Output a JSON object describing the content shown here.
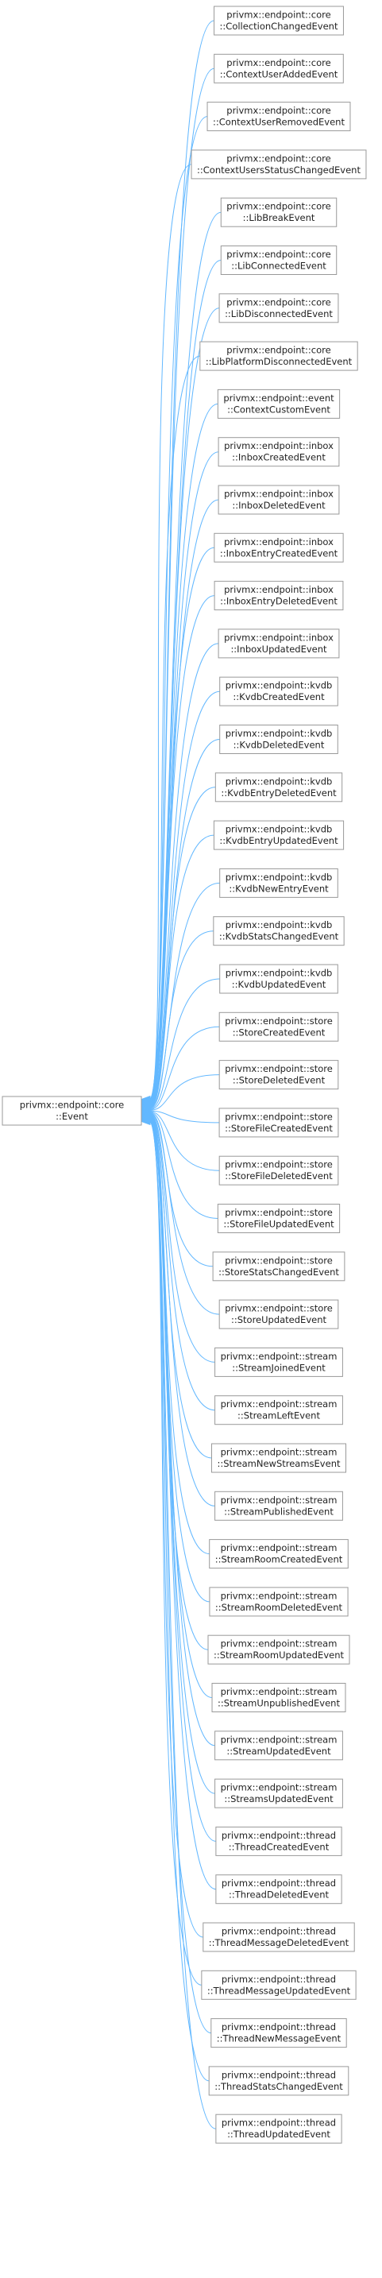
{
  "base": {
    "line1": "privmx::endpoint::core",
    "line2": "::Event"
  },
  "derived": [
    {
      "line1": "privmx::endpoint::core",
      "line2": "::CollectionChangedEvent"
    },
    {
      "line1": "privmx::endpoint::core",
      "line2": "::ContextUserAddedEvent"
    },
    {
      "line1": "privmx::endpoint::core",
      "line2": "::ContextUserRemovedEvent"
    },
    {
      "line1": "privmx::endpoint::core",
      "line2": "::ContextUsersStatusChangedEvent"
    },
    {
      "line1": "privmx::endpoint::core",
      "line2": "::LibBreakEvent"
    },
    {
      "line1": "privmx::endpoint::core",
      "line2": "::LibConnectedEvent"
    },
    {
      "line1": "privmx::endpoint::core",
      "line2": "::LibDisconnectedEvent"
    },
    {
      "line1": "privmx::endpoint::core",
      "line2": "::LibPlatformDisconnectedEvent"
    },
    {
      "line1": "privmx::endpoint::event",
      "line2": "::ContextCustomEvent"
    },
    {
      "line1": "privmx::endpoint::inbox",
      "line2": "::InboxCreatedEvent"
    },
    {
      "line1": "privmx::endpoint::inbox",
      "line2": "::InboxDeletedEvent"
    },
    {
      "line1": "privmx::endpoint::inbox",
      "line2": "::InboxEntryCreatedEvent"
    },
    {
      "line1": "privmx::endpoint::inbox",
      "line2": "::InboxEntryDeletedEvent"
    },
    {
      "line1": "privmx::endpoint::inbox",
      "line2": "::InboxUpdatedEvent"
    },
    {
      "line1": "privmx::endpoint::kvdb",
      "line2": "::KvdbCreatedEvent"
    },
    {
      "line1": "privmx::endpoint::kvdb",
      "line2": "::KvdbDeletedEvent"
    },
    {
      "line1": "privmx::endpoint::kvdb",
      "line2": "::KvdbEntryDeletedEvent"
    },
    {
      "line1": "privmx::endpoint::kvdb",
      "line2": "::KvdbEntryUpdatedEvent"
    },
    {
      "line1": "privmx::endpoint::kvdb",
      "line2": "::KvdbNewEntryEvent"
    },
    {
      "line1": "privmx::endpoint::kvdb",
      "line2": "::KvdbStatsChangedEvent"
    },
    {
      "line1": "privmx::endpoint::kvdb",
      "line2": "::KvdbUpdatedEvent"
    },
    {
      "line1": "privmx::endpoint::store",
      "line2": "::StoreCreatedEvent"
    },
    {
      "line1": "privmx::endpoint::store",
      "line2": "::StoreDeletedEvent"
    },
    {
      "line1": "privmx::endpoint::store",
      "line2": "::StoreFileCreatedEvent"
    },
    {
      "line1": "privmx::endpoint::store",
      "line2": "::StoreFileDeletedEvent"
    },
    {
      "line1": "privmx::endpoint::store",
      "line2": "::StoreFileUpdatedEvent"
    },
    {
      "line1": "privmx::endpoint::store",
      "line2": "::StoreStatsChangedEvent"
    },
    {
      "line1": "privmx::endpoint::store",
      "line2": "::StoreUpdatedEvent"
    },
    {
      "line1": "privmx::endpoint::stream",
      "line2": "::StreamJoinedEvent"
    },
    {
      "line1": "privmx::endpoint::stream",
      "line2": "::StreamLeftEvent"
    },
    {
      "line1": "privmx::endpoint::stream",
      "line2": "::StreamNewStreamsEvent"
    },
    {
      "line1": "privmx::endpoint::stream",
      "line2": "::StreamPublishedEvent"
    },
    {
      "line1": "privmx::endpoint::stream",
      "line2": "::StreamRoomCreatedEvent"
    },
    {
      "line1": "privmx::endpoint::stream",
      "line2": "::StreamRoomDeletedEvent"
    },
    {
      "line1": "privmx::endpoint::stream",
      "line2": "::StreamRoomUpdatedEvent"
    },
    {
      "line1": "privmx::endpoint::stream",
      "line2": "::StreamUnpublishedEvent"
    },
    {
      "line1": "privmx::endpoint::stream",
      "line2": "::StreamUpdatedEvent"
    },
    {
      "line1": "privmx::endpoint::stream",
      "line2": "::StreamsUpdatedEvent"
    },
    {
      "line1": "privmx::endpoint::thread",
      "line2": "::ThreadCreatedEvent"
    },
    {
      "line1": "privmx::endpoint::thread",
      "line2": "::ThreadDeletedEvent"
    },
    {
      "line1": "privmx::endpoint::thread",
      "line2": "::ThreadMessageDeletedEvent"
    },
    {
      "line1": "privmx::endpoint::thread",
      "line2": "::ThreadMessageUpdatedEvent"
    },
    {
      "line1": "privmx::endpoint::thread",
      "line2": "::ThreadNewMessageEvent"
    },
    {
      "line1": "privmx::endpoint::thread",
      "line2": "::ThreadStatsChangedEvent"
    },
    {
      "line1": "privmx::endpoint::thread",
      "line2": "::ThreadUpdatedEvent"
    }
  ],
  "colors": {
    "edge": "#63b8ff",
    "node_border": "#999999",
    "text": "#222222"
  }
}
